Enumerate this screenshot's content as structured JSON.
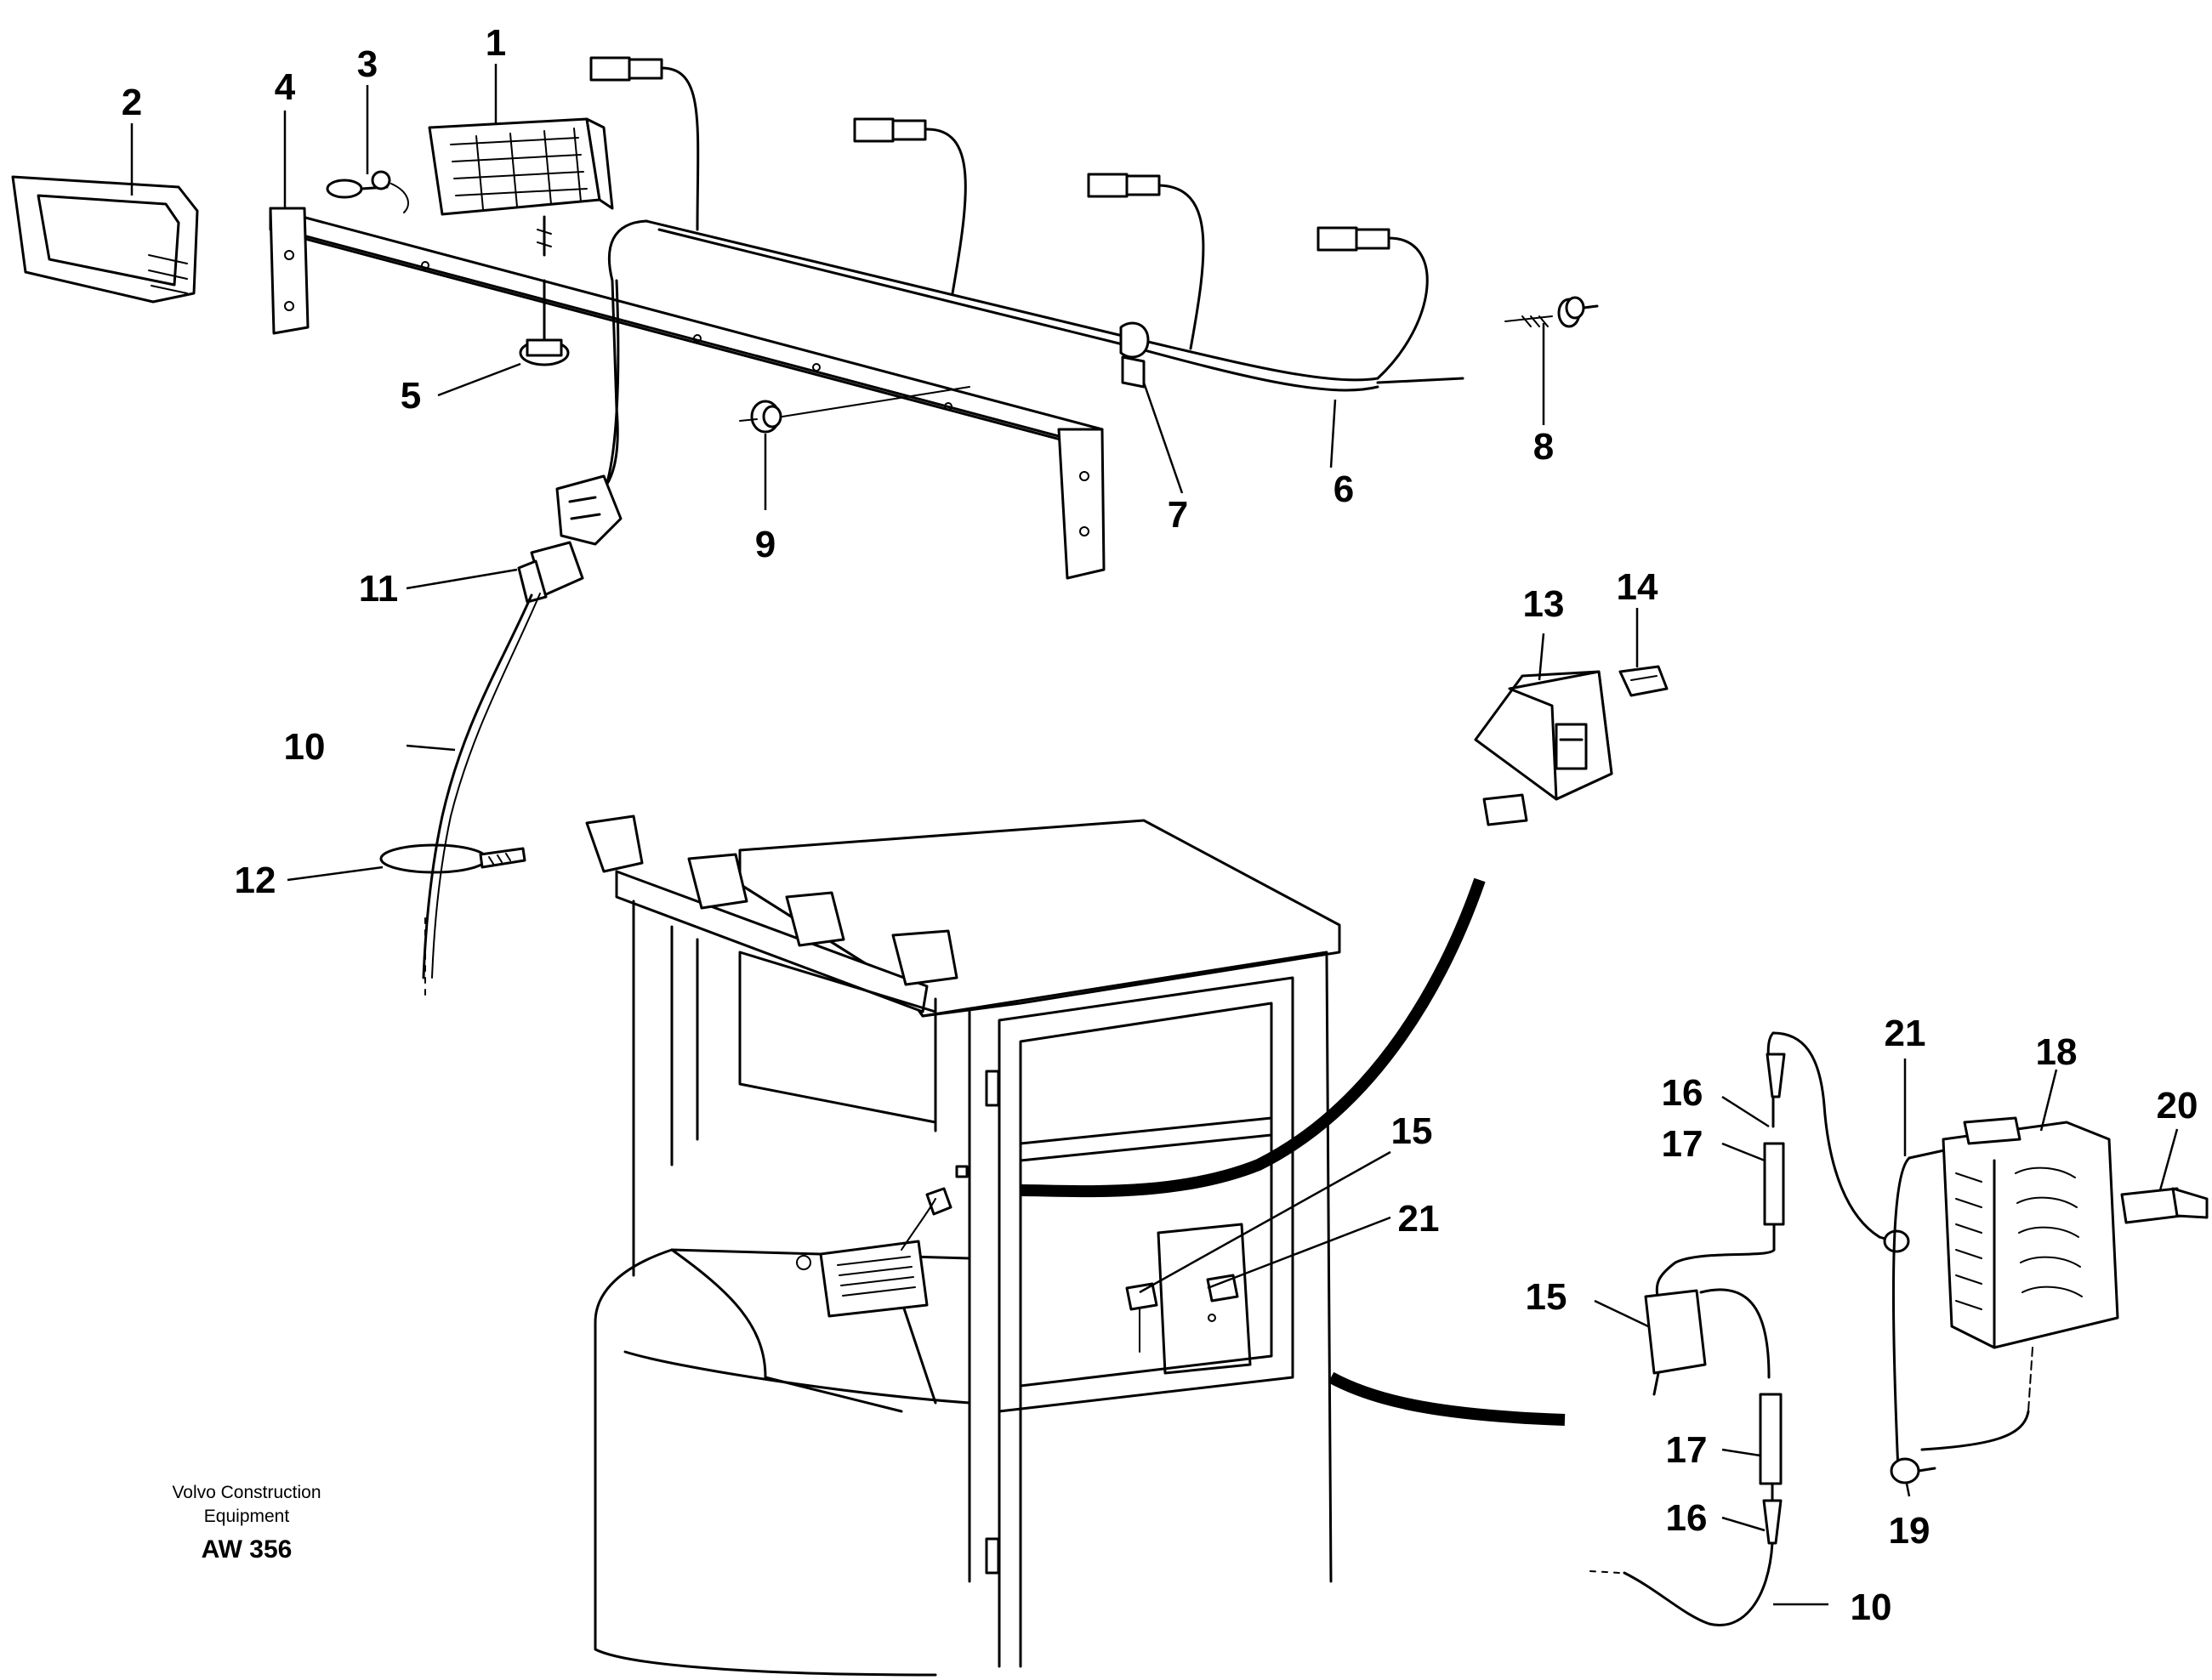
{
  "callouts": {
    "c1": "1",
    "c2": "2",
    "c3": "3",
    "c4": "4",
    "c5": "5",
    "c6": "6",
    "c7": "7",
    "c8": "8",
    "c9": "9",
    "c10a": "10",
    "c11": "11",
    "c12": "12",
    "c13": "13",
    "c14": "14",
    "c15a": "15",
    "c21a": "21",
    "c16a": "16",
    "c17a": "17",
    "c15b": "15",
    "c21b": "21",
    "c18": "18",
    "c20": "20",
    "c17b": "17",
    "c16b": "16",
    "c19": "19",
    "c10b": "10"
  },
  "footer": {
    "line1": "Volvo Construction",
    "line2": "Equipment",
    "code": "AW 356"
  }
}
